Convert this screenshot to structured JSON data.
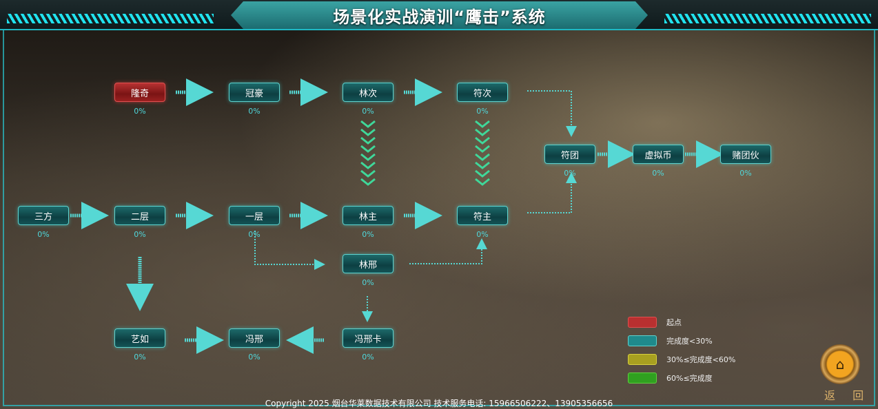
{
  "header": {
    "title": "场景化实战演训“鹰击”系统"
  },
  "nodes": {
    "longqi": {
      "label": "隆奇",
      "pct": "0%"
    },
    "guanhao": {
      "label": "冠豪",
      "pct": "0%"
    },
    "linci": {
      "label": "林次",
      "pct": "0%"
    },
    "fuci": {
      "label": "符次",
      "pct": "0%"
    },
    "futuan": {
      "label": "符团",
      "pct": "0%"
    },
    "xunibi": {
      "label": "虚拟币",
      "pct": "0%"
    },
    "dutuanhuo": {
      "label": "赌团伙",
      "pct": "0%"
    },
    "sanfang": {
      "label": "三方",
      "pct": "0%"
    },
    "erceng": {
      "label": "二层",
      "pct": "0%"
    },
    "yiceng": {
      "label": "一层",
      "pct": "0%"
    },
    "linzhu": {
      "label": "林主",
      "pct": "0%"
    },
    "fuzhu": {
      "label": "符主",
      "pct": "0%"
    },
    "linxing": {
      "label": "林邢",
      "pct": "0%"
    },
    "fengxingka": {
      "label": "冯邢卡",
      "pct": "0%"
    },
    "fengxing": {
      "label": "冯邢",
      "pct": "0%"
    },
    "yiru": {
      "label": "艺如",
      "pct": "0%"
    }
  },
  "legend": {
    "start": "起点",
    "low": "完成度<30%",
    "mid": "30%≤完成度<60%",
    "high": "60%≤完成度",
    "colors": {
      "start": "#c83030",
      "low": "#1f8a8c",
      "mid": "#b8b020",
      "high": "#30b020"
    }
  },
  "back": {
    "label": "返 回",
    "icon": "home-icon"
  },
  "footer": {
    "copyright": "Copyright 2025 烟台华莱数据技术有限公司 技术服务电话: 15966506222、13905356656"
  }
}
